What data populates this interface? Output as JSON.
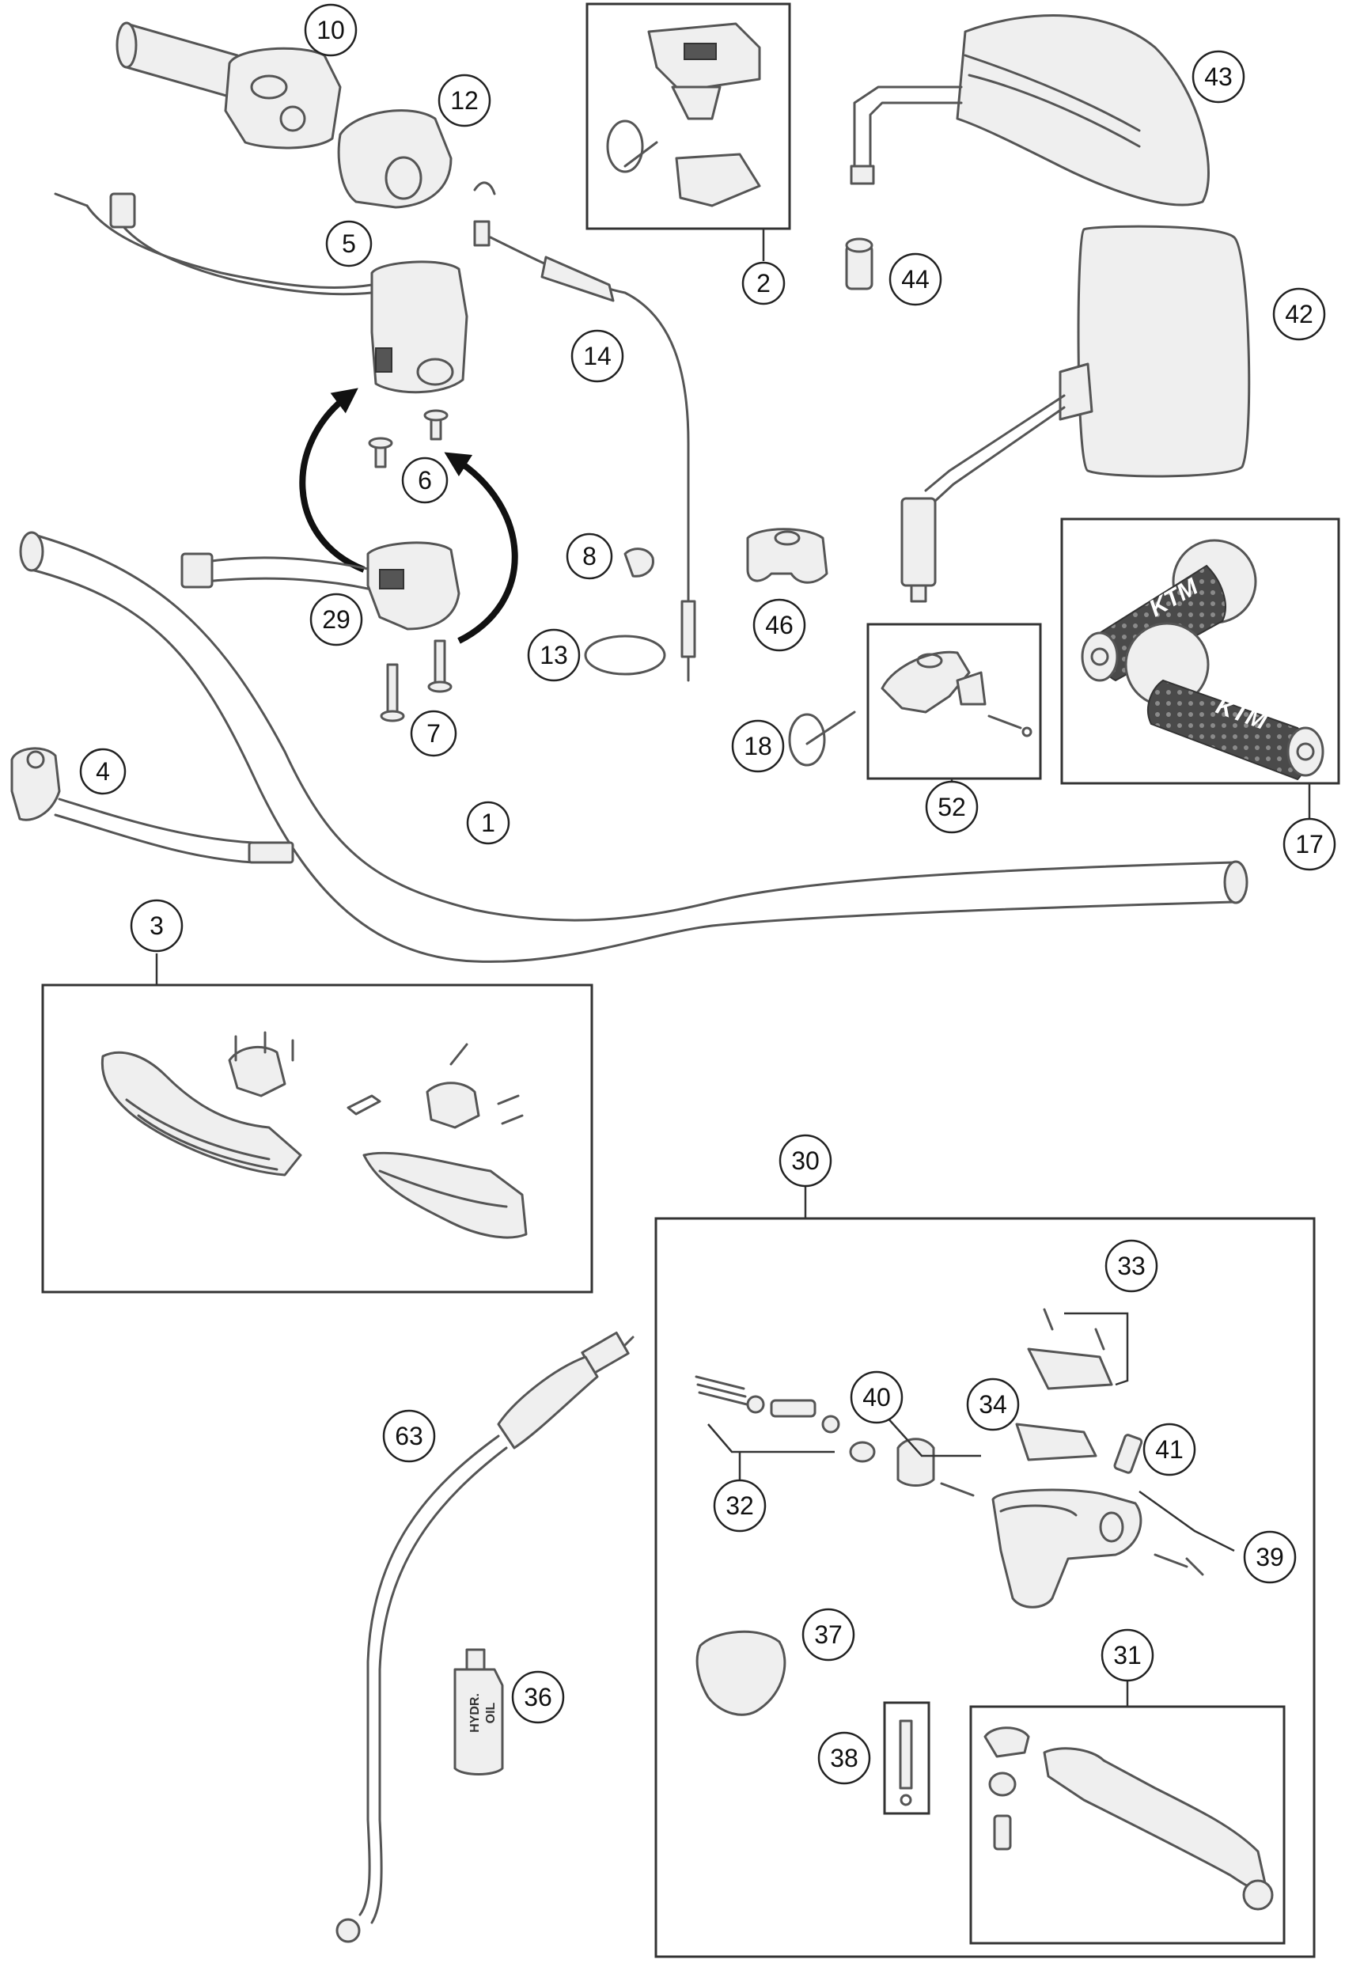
{
  "callouts": {
    "c1": "1",
    "c2": "2",
    "c3": "3",
    "c4": "4",
    "c5": "5",
    "c6": "6",
    "c7": "7",
    "c8": "8",
    "c10": "10",
    "c12": "12",
    "c13": "13",
    "c14": "14",
    "c17": "17",
    "c18": "18",
    "c29": "29",
    "c30": "30",
    "c31": "31",
    "c32": "32",
    "c33": "33",
    "c34": "34",
    "c36": "36",
    "c37": "37",
    "c38": "38",
    "c39": "39",
    "c40": "40",
    "c41": "41",
    "c42": "42",
    "c43": "43",
    "c44": "44",
    "c46": "46",
    "c52": "52",
    "c63": "63"
  },
  "labels": {
    "bottle_label_line1": "HYDR.",
    "bottle_label_line2": "OIL",
    "grip_logo": "KTM"
  }
}
